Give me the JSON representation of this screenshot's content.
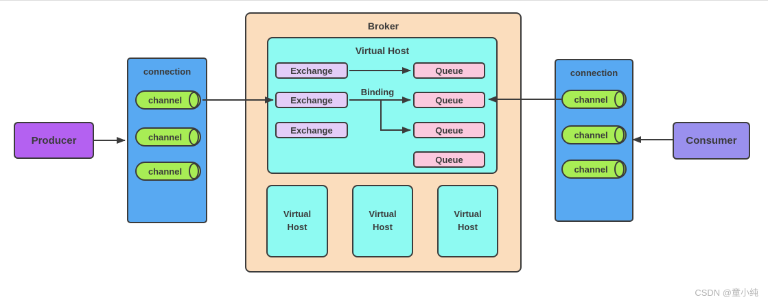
{
  "producer": {
    "label": "Producer"
  },
  "consumer": {
    "label": "Consumer"
  },
  "left_connection": {
    "title": "connection",
    "channels": [
      "channel",
      "channel",
      "channel"
    ]
  },
  "right_connection": {
    "title": "connection",
    "channels": [
      "channel",
      "channel",
      "channel"
    ]
  },
  "broker": {
    "title": "Broker",
    "virtual_host": {
      "title": "Virtual Host",
      "exchanges": [
        "Exchange",
        "Exchange",
        "Exchange"
      ],
      "binding_label": "Binding",
      "queues": [
        "Queue",
        "Queue",
        "Queue",
        "Queue"
      ]
    },
    "virtual_hosts_bottom": [
      "Virtual Host",
      "Virtual Host",
      "Virtual Host"
    ]
  },
  "watermark": "CSDN @童小纯",
  "colors": {
    "producer_fill": "#b461f1",
    "consumer_fill": "#9a90ee",
    "connection_fill": "#58a9f2",
    "channel_fill": "#a8ed55",
    "broker_fill": "#fbddbd",
    "virtual_host_fill": "#8efaf2",
    "exchange_fill": "#e3cdf8",
    "queue_fill": "#fbc9de",
    "border": "#3b3b3b",
    "arrow": "#3b3b3b",
    "watermark_text": "#b3b3b3"
  }
}
